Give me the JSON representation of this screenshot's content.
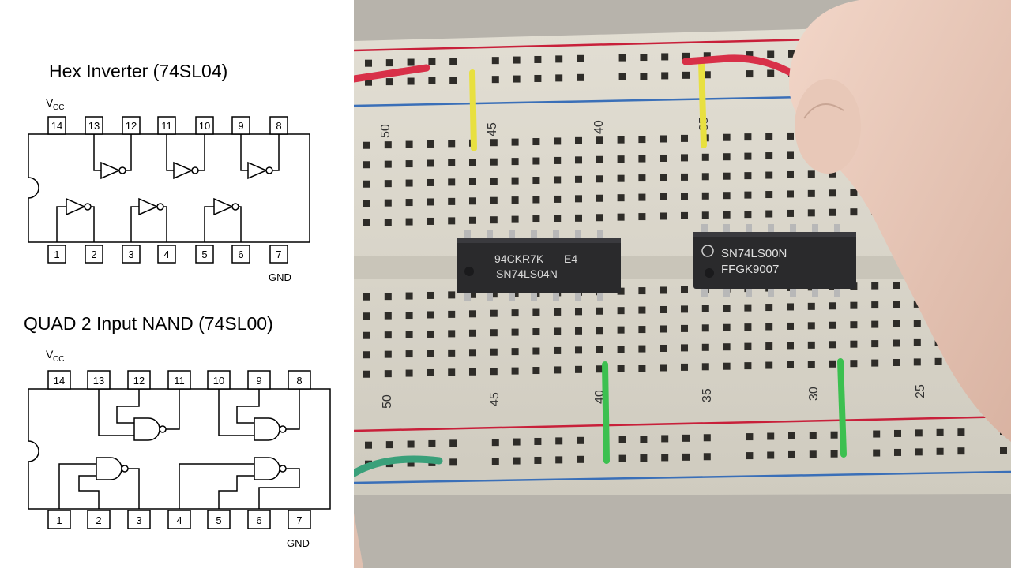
{
  "hex_inverter": {
    "title": "Hex Inverter (74SL04)",
    "vcc_main": "V",
    "vcc_sub": "CC",
    "gnd": "GND",
    "top_pins": [
      "14",
      "13",
      "12",
      "11",
      "10",
      "9",
      "8"
    ],
    "bottom_pins": [
      "1",
      "2",
      "3",
      "4",
      "5",
      "6",
      "7"
    ]
  },
  "quad_nand": {
    "title": "QUAD 2 Input NAND (74SL00)",
    "vcc_main": "V",
    "vcc_sub": "CC",
    "gnd": "GND",
    "top_pins": [
      "14",
      "13",
      "12",
      "11",
      "10",
      "9",
      "8"
    ],
    "bottom_pins": [
      "1",
      "2",
      "3",
      "4",
      "5",
      "6",
      "7"
    ]
  },
  "breadboard": {
    "upper_row_numbers": [
      "50",
      "45",
      "40",
      "35"
    ],
    "lower_row_numbers": [
      "50",
      "45",
      "40",
      "35",
      "30",
      "25"
    ],
    "chip_left": {
      "line1": "94CKR7K",
      "line1_suffix": "E4",
      "line2": "SN74LS04N"
    },
    "chip_right": {
      "line1": "SN74LS00N",
      "line2": "FFGK9007"
    },
    "colors": {
      "board": "#dcd8cc",
      "rail_red": "#c8203a",
      "rail_blue": "#3a6fb8",
      "wire_yellow": "#e8e040",
      "wire_green": "#3cc050",
      "wire_red": "#d83048",
      "chip": "#2a2a2c"
    }
  }
}
